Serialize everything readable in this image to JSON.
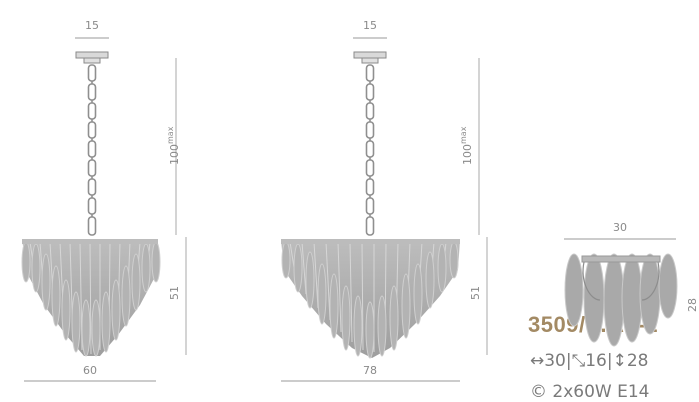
{
  "drawings": [
    {
      "canopy_width": "15",
      "height_max": "100",
      "height_max_sup": "max",
      "body_height": "51",
      "diameter": "60"
    },
    {
      "canopy_width": "15",
      "height_max": "100",
      "height_max_sup": "max",
      "body_height": "51",
      "diameter": "78"
    },
    {
      "width": "30",
      "side_height": "28"
    }
  ],
  "product": {
    "code": "3509/…Al -2",
    "dims": {
      "width": "↔30",
      "sep1": " | ",
      "depth": "⤡16",
      "sep2": " | ",
      "height": "↕28"
    },
    "power": "© 2x60W E14"
  },
  "colors": {
    "line": "#9a9a9a",
    "crystal": "#a9a9a9",
    "crystal_light": "#c4c4c4",
    "accent": "#a38a64"
  }
}
